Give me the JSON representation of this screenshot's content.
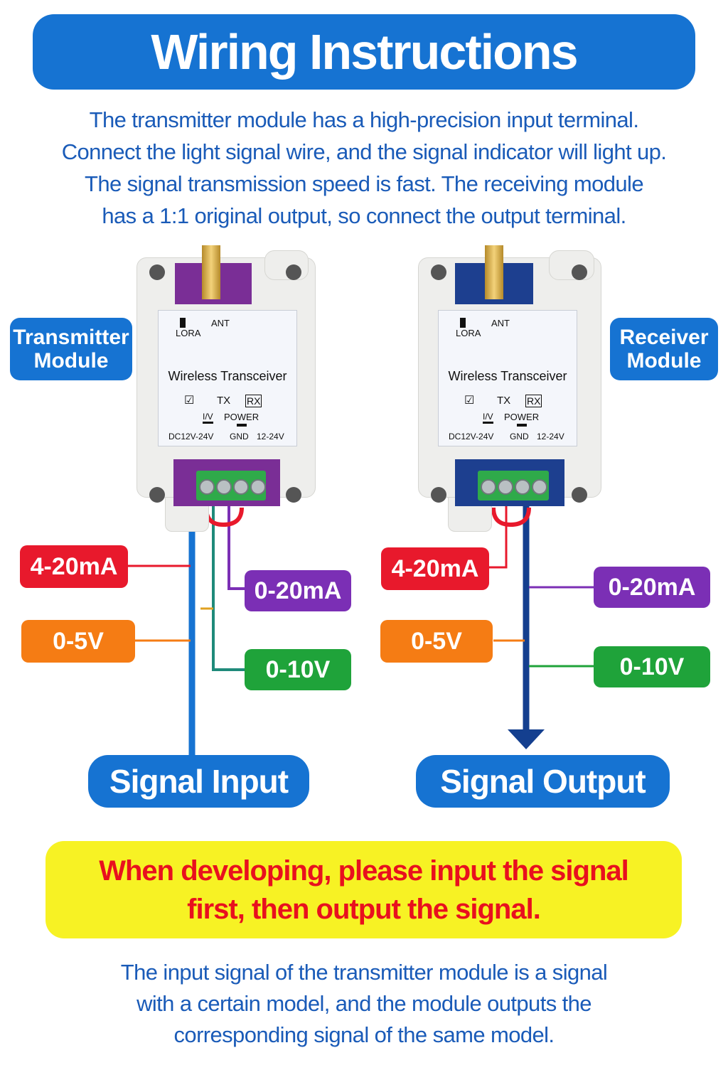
{
  "title": "Wiring Instructions",
  "intro_lines": [
    "The transmitter module has a high-precision input terminal.",
    "Connect the light signal wire, and the signal indicator will light up.",
    "The signal transmission speed is fast. The receiving module",
    "has a 1:1 original output, so connect the output terminal."
  ],
  "transmitter": {
    "side_label_line1": "Transmitter",
    "side_label_line2": "Module",
    "pcb_color": "#7a2e96"
  },
  "receiver": {
    "side_label_line1": "Receiver",
    "side_label_line2": "Module",
    "pcb_color": "#1d3f8f"
  },
  "device_label": {
    "lora": "LORA",
    "ant": "ANT",
    "name": "Wireless Transceiver",
    "tx": "TX",
    "rx": "RX",
    "iv": "I/V",
    "power": "POWER",
    "dc": "DC12V-24V",
    "gnd": "GND",
    "v": "12-24V"
  },
  "signal_tags": {
    "ma_4_20": "4-20mA",
    "ma_0_20": "0-20mA",
    "v_0_5": "0-5V",
    "v_0_10": "0-10V"
  },
  "colors": {
    "red": "#e8192c",
    "purple": "#7b2fb5",
    "orange": "#f57c14",
    "green": "#1fa33a",
    "blue": "#1673d2",
    "dark_blue": "#143f8f",
    "yellow": "#f7f224"
  },
  "signal_input": "Signal Input",
  "signal_output": "Signal Output",
  "warning_line1": "When developing, please input the signal",
  "warning_line2": "first, then output the signal.",
  "outro_lines": [
    "The input signal of the transmitter module is a signal",
    "with a certain model, and the module outputs the",
    "corresponding signal of the same model."
  ]
}
